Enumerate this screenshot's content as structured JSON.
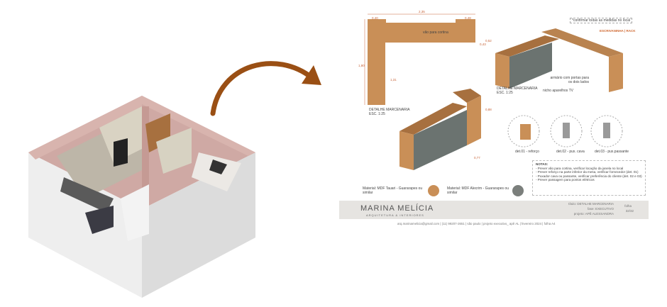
{
  "render": {
    "description_icon": "isometric-apartment-render"
  },
  "arrow": {
    "icon": "curved-arrow-right",
    "color": "#9a4f14"
  },
  "sheet": {
    "confirm_note": "*confirmar todas as medidas no local",
    "section_title": "ESCRIVANINHA | RACK",
    "dimensions": [
      "2,35",
      "0,40",
      "0,48",
      "0,43",
      "0,52",
      "1,80",
      "1,31",
      "0,88",
      "0,77"
    ],
    "vao_label": "vão para cortina",
    "detail_label_1": "DETALHE MARCENARIA",
    "detail_scale_1": "ESC. 1:25",
    "detail_label_2": "DETALHE MARCENARIA",
    "detail_scale_2": "ESC. 1:25",
    "callout_1": "armário com portas para os dois lados",
    "callout_2": "nicho aparelhos TV",
    "details": [
      {
        "label": "det.01 - reforço"
      },
      {
        "label": "det.02 - pux. cava"
      },
      {
        "label": "det.03 - pux.passante"
      }
    ],
    "notes_title": "NOTAS:",
    "notes": [
      "- Prever vão para cortina, verificar locação da janela no local",
      "- Prever reforço na parte inferior da mesa, verificar fornecedor (det. 01)",
      "- Puxador cava ou passante, verificar preferência do cliente (det. 02 e 03)",
      "- Prever passagem para pontos elétricos"
    ],
    "materials": [
      {
        "label": "Material: MDF Tauari - Guararapes ou similar",
        "color": "#c98f57"
      },
      {
        "label": "Material: MDF Alecrim - Guararapes ou similar",
        "color": "#7b7f7c"
      }
    ],
    "footer": {
      "brand": "MARINA MELÍCIA",
      "subtitle": "ARQUITETURA & INTERIORES",
      "titulo": "título: DETALHE MARCENARIA",
      "fase": "fase: EXECUTIVO",
      "projeto": "projeto: APÊ ALESSANDRA",
      "folha_label": "folha",
      "folha": "32/32",
      "contact": "arq.marinamelicia@gmail.com | (11) 99207-2651 | são paulo | projeto executivo_ apê AL | fevereiro 2024 | folha A4"
    }
  }
}
